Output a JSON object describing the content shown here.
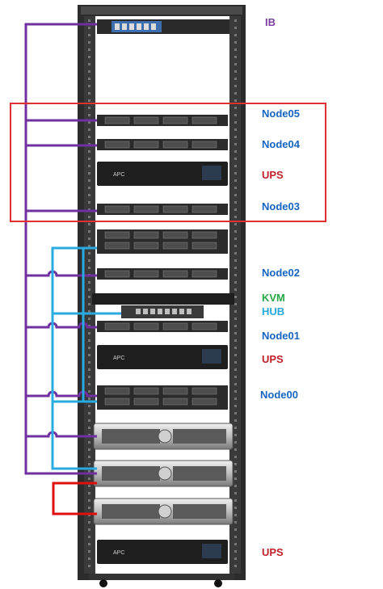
{
  "labels": {
    "ib": "IB",
    "node05": "Node05",
    "node04": "Node04",
    "ups_top": "UPS",
    "node03": "Node03",
    "node02": "Node02",
    "kvm": "KVM",
    "hub": "HUB",
    "node01": "Node01",
    "ups_mid": "UPS",
    "node00": "Node00",
    "ups_bottom": "UPS"
  },
  "ups_brand": "APC",
  "colors": {
    "ib": "#7b3fa0",
    "hub": "#2aa8dc",
    "ups": "#c0202a",
    "kvm": "#28a745",
    "node": "#1565c0",
    "highlight_box": "#e03030",
    "power_cable": "#e01010",
    "ib_cable": "#7030a0",
    "eth_cable": "#29abe2"
  }
}
